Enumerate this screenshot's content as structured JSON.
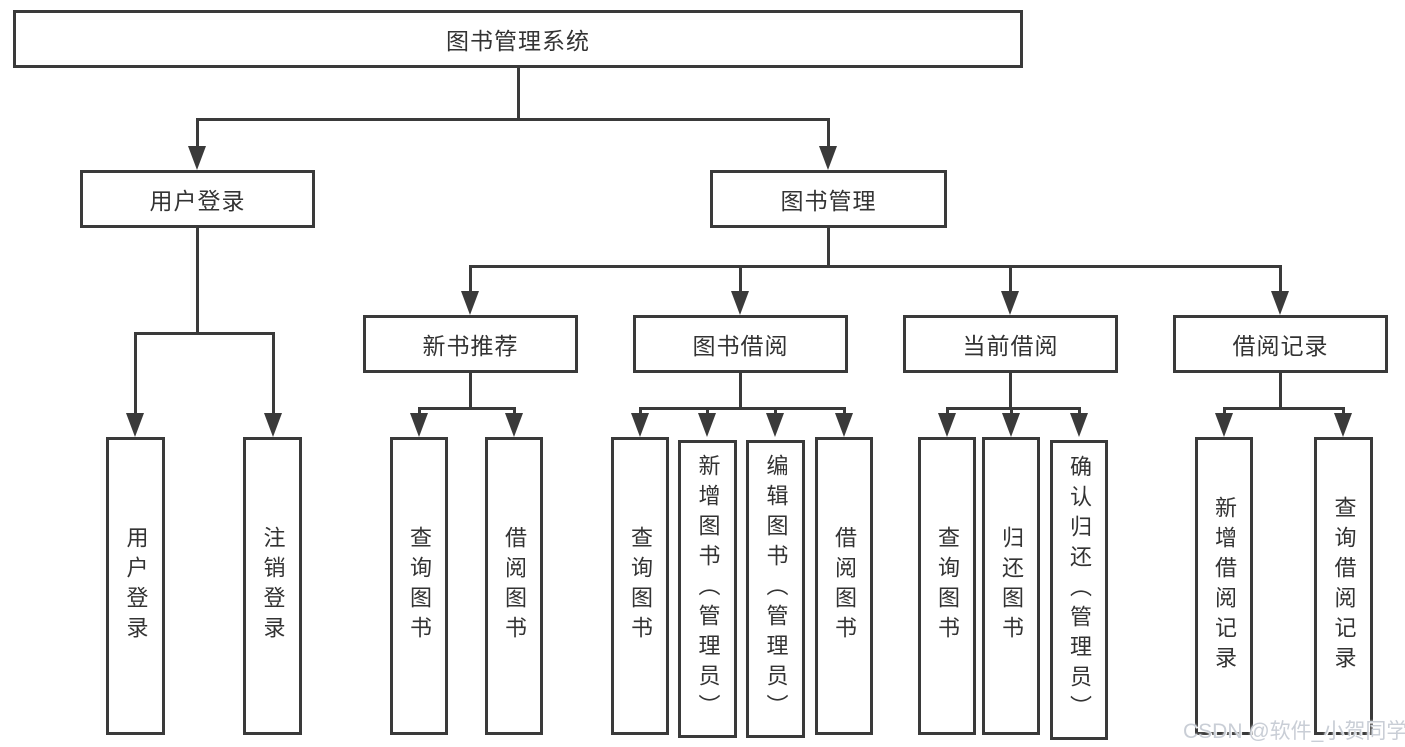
{
  "colors": {
    "background": "#ffffff",
    "line": "#3a3a3a",
    "text": "#333333",
    "watermark": "#c9ced6"
  },
  "chart": {
    "root": "图书管理系统",
    "branches": [
      {
        "label": "用户登录",
        "children": [
          "用户登录",
          "注销登录"
        ]
      },
      {
        "label": "图书管理",
        "children": [
          {
            "label": "新书推荐",
            "children": [
              "查询图书",
              "借阅图书"
            ]
          },
          {
            "label": "图书借阅",
            "children": [
              "查询图书",
              "新增图书（管理员）",
              "编辑图书（管理员）",
              "借阅图书"
            ]
          },
          {
            "label": "当前借阅",
            "children": [
              "查询图书",
              "归还图书",
              "确认归还（管理员）"
            ]
          },
          {
            "label": "借阅记录",
            "children": [
              "新增借阅记录",
              "查询借阅记录"
            ]
          }
        ]
      }
    ]
  },
  "watermark": "CSDN @软件_小贺同学"
}
